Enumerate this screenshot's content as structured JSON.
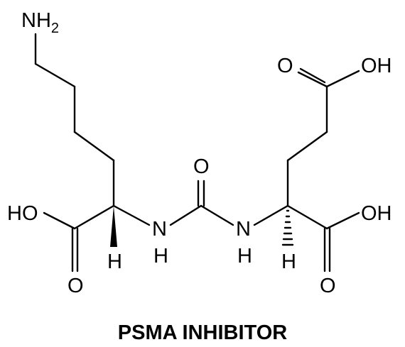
{
  "caption": "PSMA INHIBITOR",
  "atoms": {
    "nh2": {
      "main": "NH",
      "sub": "2"
    },
    "lys_oh": "HO",
    "lys_o": "O",
    "lys_h": "H",
    "urea_o": "O",
    "nh_left": "N",
    "nh_left_h": "H",
    "nh_right": "N",
    "nh_right_h": "H",
    "glu_h": "H",
    "glu_side_o": "O",
    "glu_side_oh": "OH",
    "glu_acid_oh": "OH",
    "glu_acid_o": "O"
  },
  "colors": {
    "ink": "#000000",
    "background": "#ffffff"
  }
}
